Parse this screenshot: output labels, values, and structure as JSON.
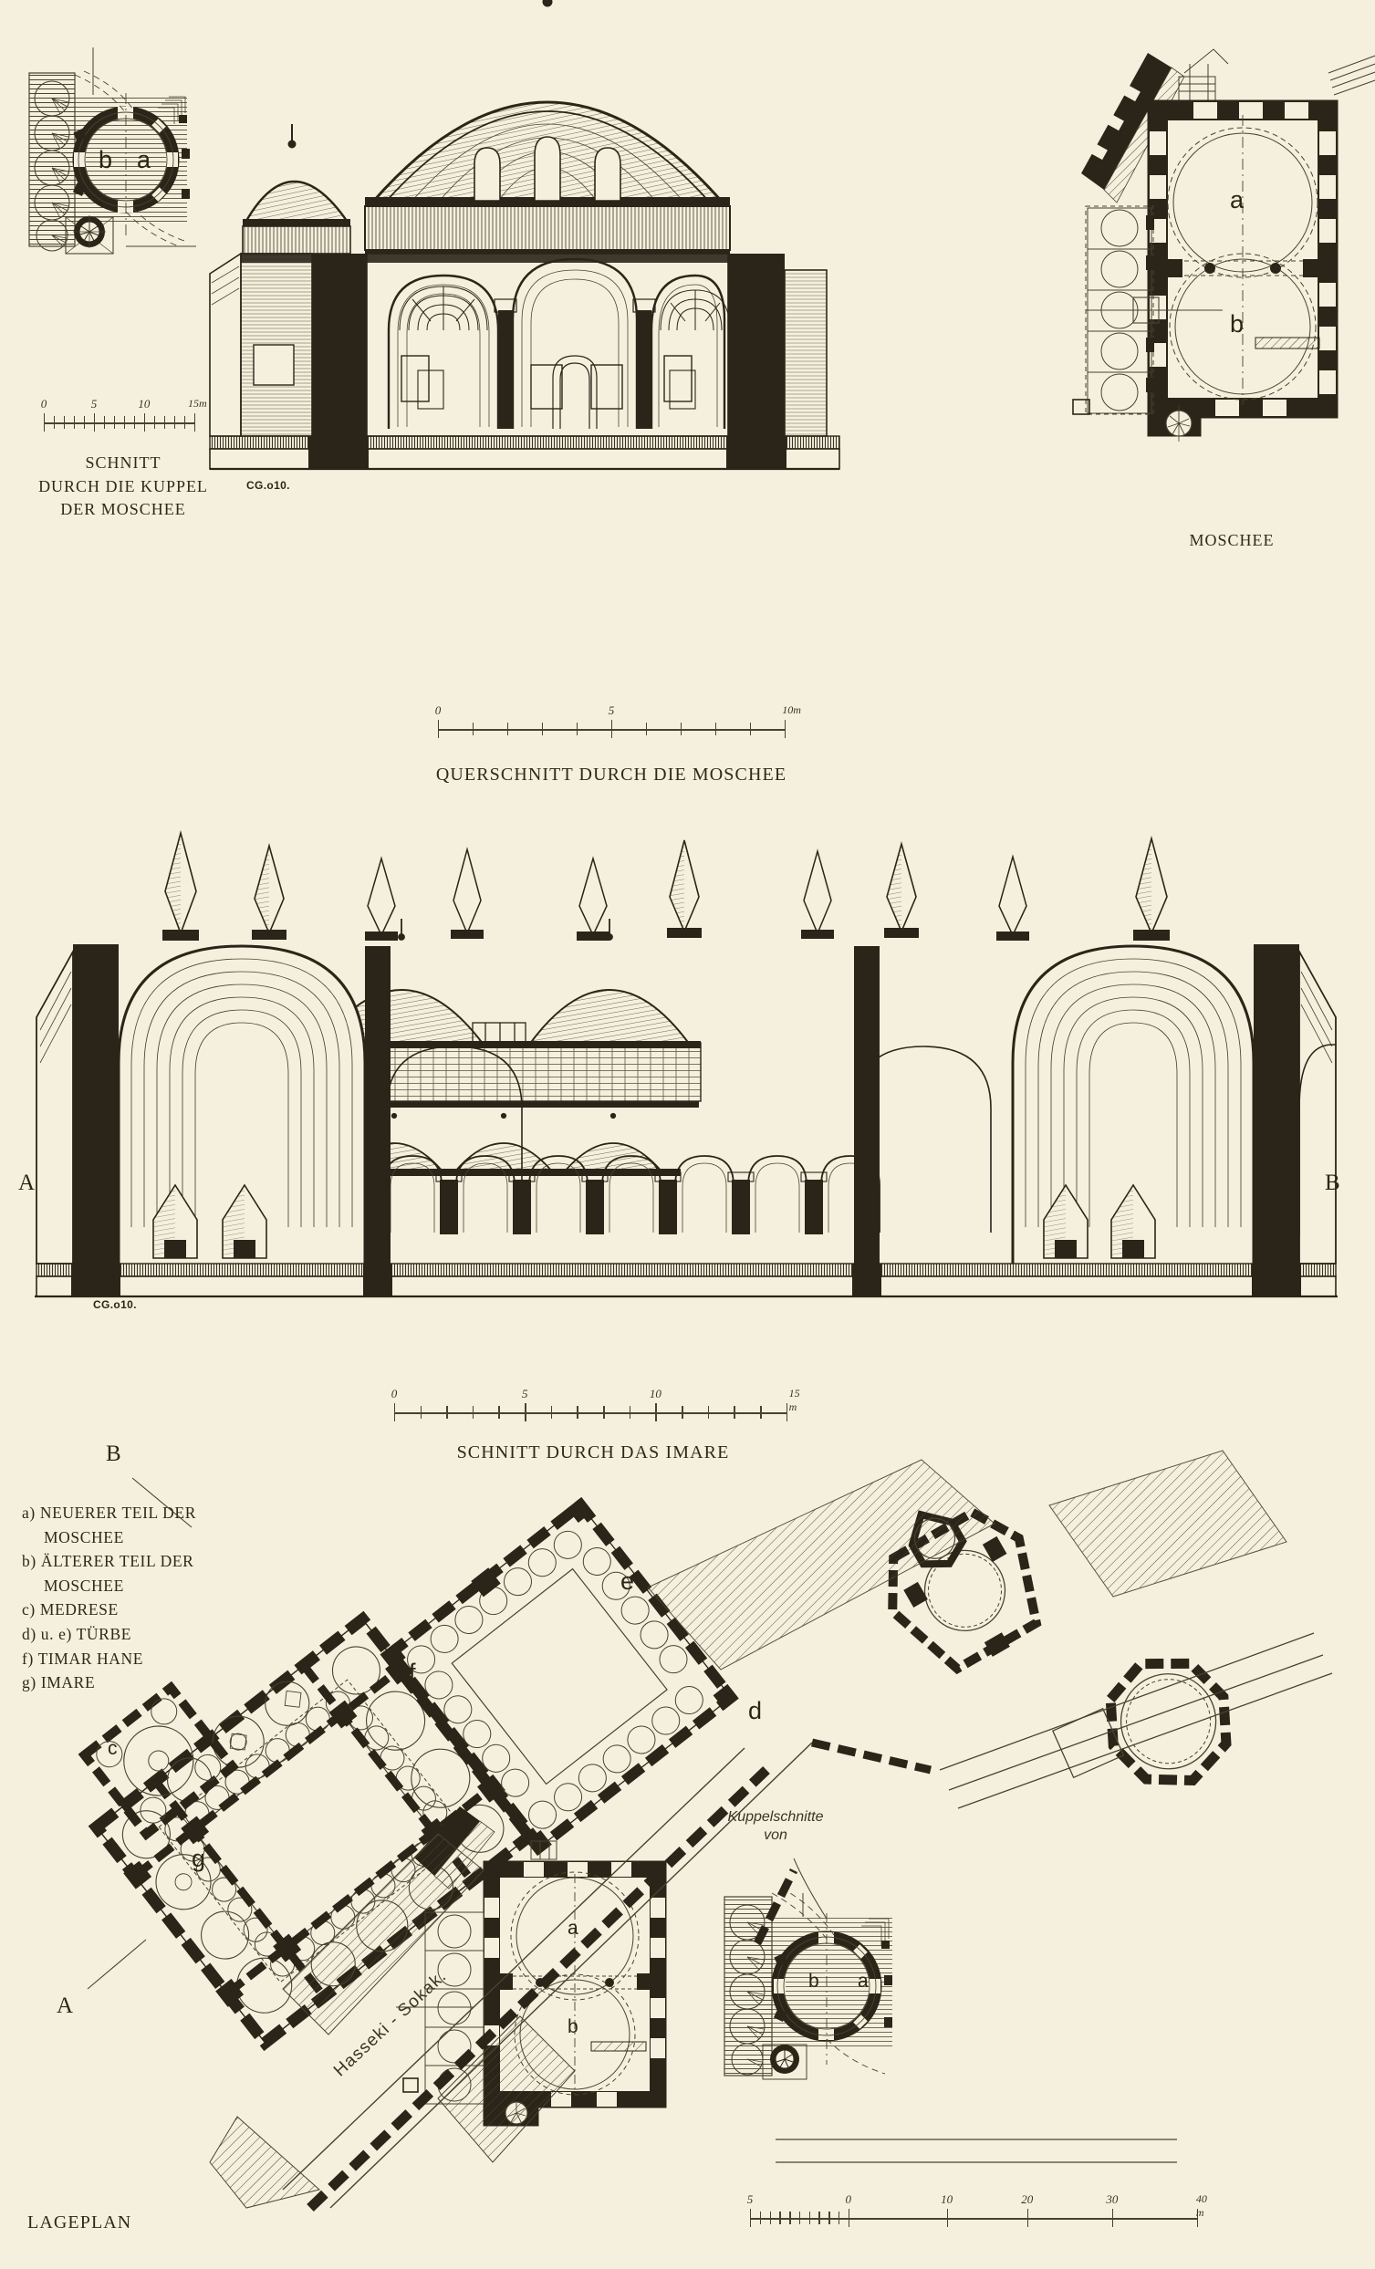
{
  "plate": {
    "paper_color": "#f5f0dd",
    "ink_color": "#2b2519",
    "title_language": "German"
  },
  "figures": {
    "dome_section_plan": {
      "caption_lines": [
        "SCHNITT",
        "DURCH DIE KUPPEL",
        "DER MOSCHEE"
      ],
      "room_labels": [
        "b",
        "a"
      ],
      "scale": {
        "ticks": [
          "0",
          "5",
          "10",
          "15m"
        ],
        "unit": "m",
        "max": 15
      }
    },
    "mosque_plan": {
      "caption": "MOSCHEE",
      "room_labels": [
        "a",
        "b"
      ]
    },
    "mosque_cross_section": {
      "caption": "QUERSCHNITT DURCH DIE MOSCHEE",
      "signature": "CG.o10.",
      "scale": {
        "ticks": [
          "0",
          "5",
          "10m"
        ],
        "unit": "m",
        "max": 10
      }
    },
    "imaret_section": {
      "caption": "SCHNITT DURCH DAS IMARE",
      "signature": "CG.o10.",
      "section_marks": [
        "A",
        "B"
      ],
      "scale": {
        "ticks": [
          "0",
          "5",
          "10",
          "15 m"
        ],
        "unit": "m",
        "max": 15
      }
    },
    "site_plan": {
      "caption": "LAGEPLAN",
      "street_label": "Hasseki - Sokak.",
      "inset_note_lines": [
        "Kuppelschnitte",
        "von"
      ],
      "section_marks": [
        "A",
        "B"
      ],
      "room_labels": [
        "c",
        "g",
        "f",
        "e",
        "d",
        "a",
        "b"
      ],
      "scale": {
        "ticks": [
          "5",
          "0",
          "10",
          "20",
          "30",
          "40 m"
        ],
        "unit": "m",
        "max": 40
      }
    }
  },
  "legend": {
    "items": [
      {
        "key": "a)",
        "text": "NEUERER TEIL DER",
        "text2": "MOSCHEE"
      },
      {
        "key": "b)",
        "text": "ÄLTERER TEIL DER",
        "text2": "MOSCHEE"
      },
      {
        "key": "c)",
        "text": "MEDRESE",
        "text2": ""
      },
      {
        "key": "d) u. e)",
        "text": "TÜRBE",
        "text2": ""
      },
      {
        "key": "f)",
        "text": "TIMAR HANE",
        "text2": ""
      },
      {
        "key": "g)",
        "text": "IMARE",
        "text2": ""
      }
    ]
  }
}
